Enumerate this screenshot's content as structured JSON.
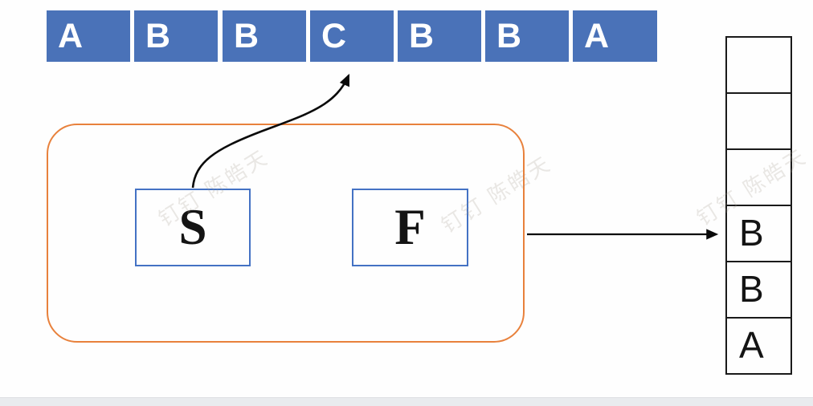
{
  "tape": {
    "cells": [
      "A",
      "B",
      "B",
      "C",
      "B",
      "B",
      "A"
    ],
    "cell_color": "#4A72B8",
    "text_color": "#FFFFFF"
  },
  "machine": {
    "frame_color": "#E8813C",
    "register_border_color": "#4472C4",
    "registers": [
      {
        "label": "S"
      },
      {
        "label": "F"
      }
    ]
  },
  "stack": {
    "cells": [
      "",
      "",
      "",
      "B",
      "B",
      "A"
    ],
    "border_color": "#1A1A1A",
    "text_color": "#141414"
  },
  "arrows": {
    "color": "#000000",
    "curved_arrow_icon": "arrow-from-register-s-to-tape-cell-c",
    "straight_arrow_icon": "arrow-from-machine-frame-to-stack-cell-b"
  },
  "watermark": {
    "text": "钉钉 陈皓天",
    "color": "rgba(158,148,136,0.22)"
  },
  "footer_bar": {
    "color": "#E9EBEE"
  }
}
